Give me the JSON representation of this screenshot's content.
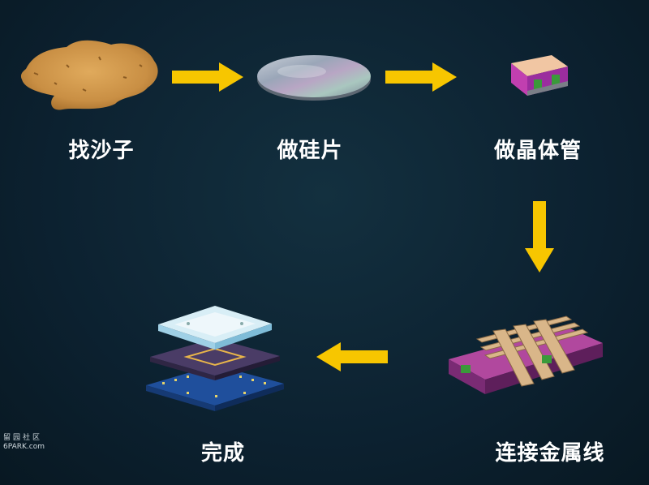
{
  "steps": [
    {
      "label": "找沙子"
    },
    {
      "label": "做硅片"
    },
    {
      "label": "做晶体管"
    },
    {
      "label": "连接金属线"
    },
    {
      "label": "完成"
    }
  ],
  "watermark": {
    "line1": "留园社区",
    "line2": "6PARK.com"
  },
  "colors": {
    "background": "#0d2230",
    "arrow": "#f7c600",
    "label": "#ffffff"
  }
}
